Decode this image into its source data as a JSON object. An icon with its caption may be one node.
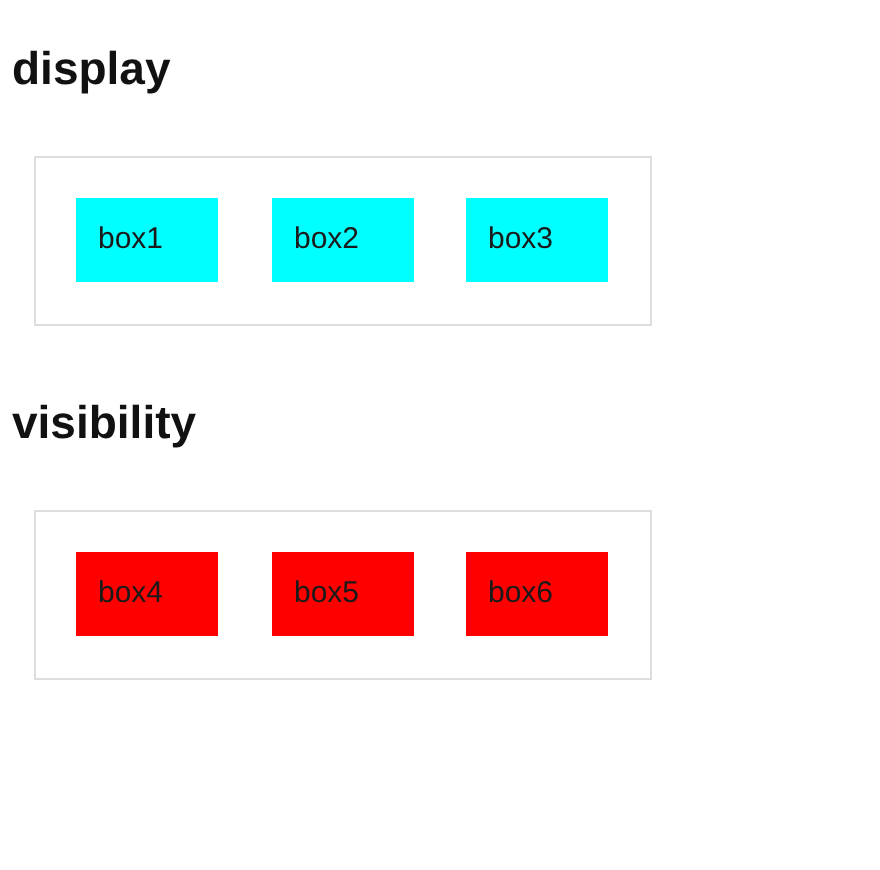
{
  "diagram": {
    "nodes": [
      {
        "text": [
          "display"
        ]
      },
      {
        "text": [
          "box1"
        ],
        "in": 0
      },
      {
        "text": [
          "box2"
        ],
        "in": 0
      },
      {
        "text": [
          "box3"
        ],
        "in": 0
      },
      {
        "text": [
          "visibility"
        ]
      },
      {
        "text": [
          "box4"
        ],
        "in": 4
      },
      {
        "text": [
          "box5"
        ],
        "in": 4
      },
      {
        "text": [
          "box6"
        ],
        "in": 4
      }
    ]
  }
}
